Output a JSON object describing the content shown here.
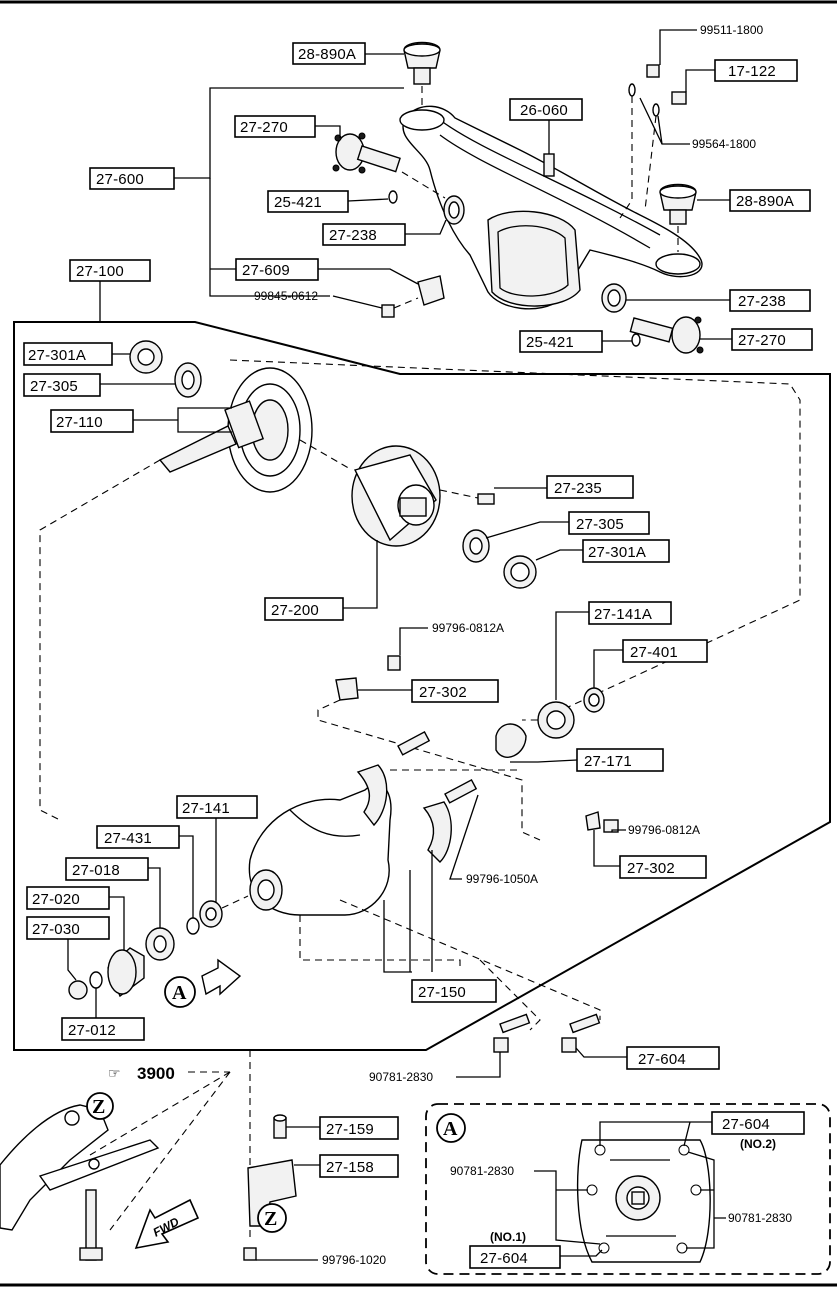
{
  "labels": {
    "p28_890A_top": "28-890A",
    "p99511": "99511-1800",
    "p17_122": "17-122",
    "p26_060": "26-060",
    "p99564": "99564-1800",
    "p27_270_top": "27-270",
    "p27_600": "27-600",
    "p25_421_top": "25-421",
    "p27_238_top": "27-238",
    "p28_890A_right": "28-890A",
    "p27_100": "27-100",
    "p27_609": "27-609",
    "p99845": "99845-0612",
    "p27_238_right": "27-238",
    "p25_421_right": "25-421",
    "p27_270_right": "27-270",
    "p27_301A_left": "27-301A",
    "p27_305_left": "27-305",
    "p27_110": "27-110",
    "p27_235": "27-235",
    "p27_305_right": "27-305",
    "p27_301A_right": "27-301A",
    "p27_200": "27-200",
    "p99796_0812A_top": "99796-0812A",
    "p27_141A": "27-141A",
    "p27_401": "27-401",
    "p27_302_top": "27-302",
    "p27_171": "27-171",
    "p27_141": "27-141",
    "p27_431": "27-431",
    "p99796_0812A_right": "99796-0812A",
    "p27_018": "27-018",
    "p27_302_right": "27-302",
    "p99796_1050A": "99796-1050A",
    "p27_020": "27-020",
    "p27_030": "27-030",
    "p27_150": "27-150",
    "p27_012": "27-012",
    "p27_604_mid": "27-604",
    "p90781_mid": "90781-2830",
    "ref_3900": "3900",
    "p27_159": "27-159",
    "p27_158": "27-158",
    "p99796_1020": "99796-1020",
    "inset_27_604_top": "27-604",
    "inset_no2": "(NO.2)",
    "inset_90781_left": "90781-2830",
    "inset_90781_right": "90781-2830",
    "inset_no1": "(NO.1)",
    "inset_27_604_bottom": "27-604",
    "marker_a": "A",
    "marker_a_inset": "A",
    "marker_z": "Z",
    "marker_z_lower": "Z",
    "fwd": "FWD"
  }
}
